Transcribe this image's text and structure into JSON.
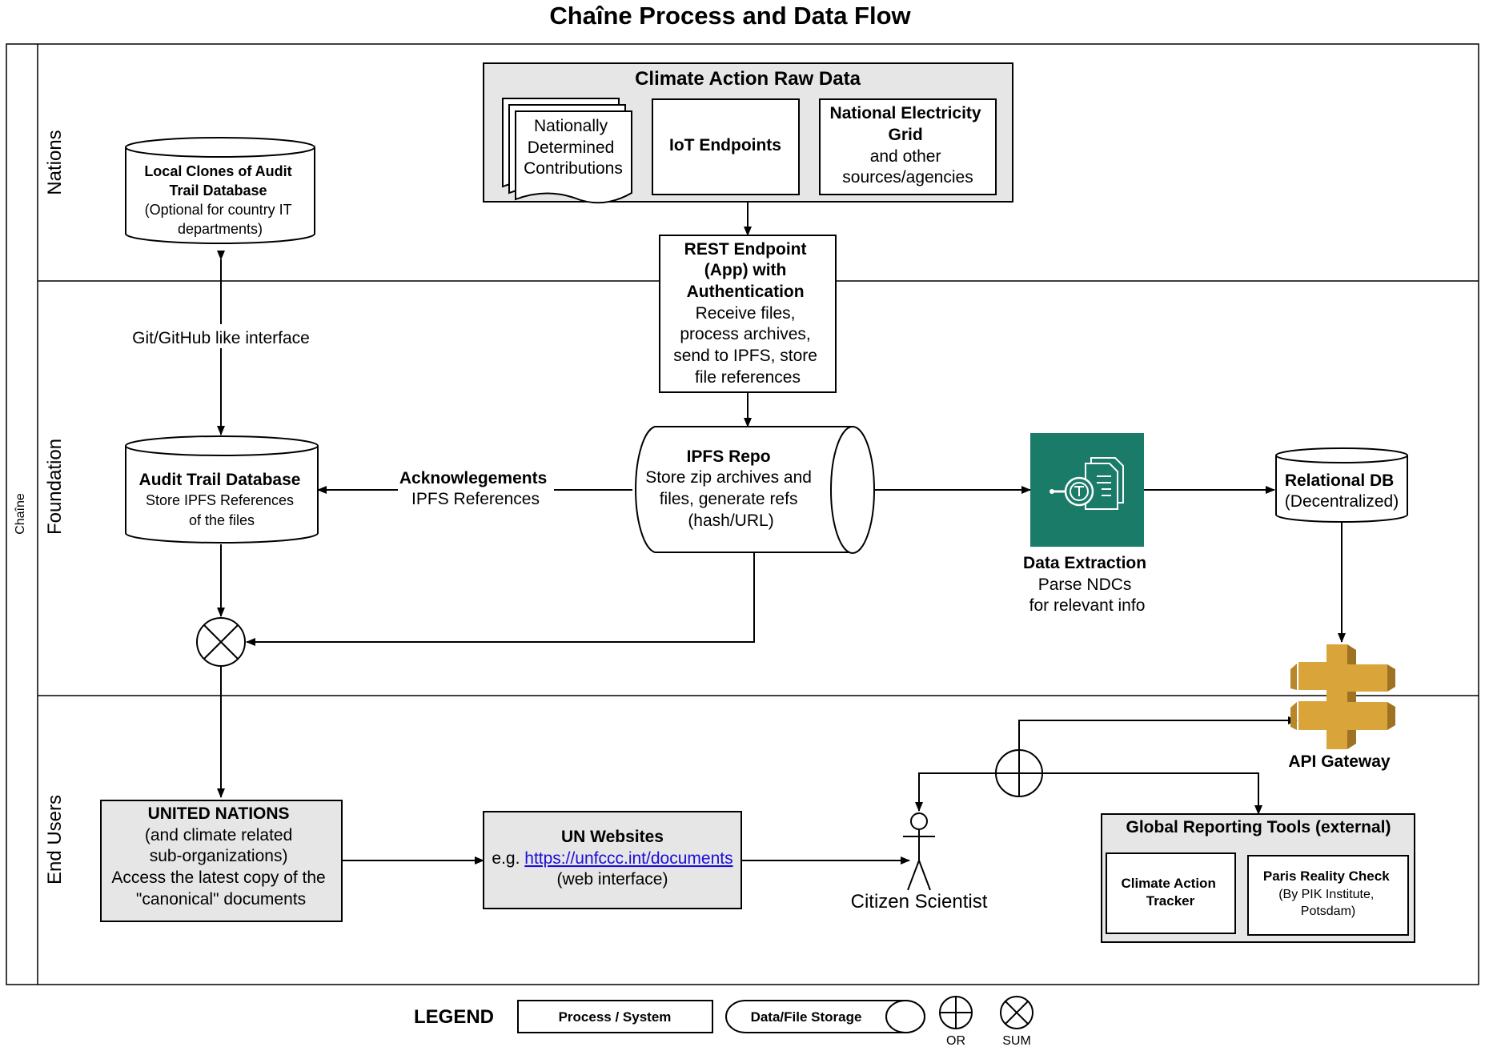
{
  "title": "Chaîne Process and Data Flow",
  "pool": {
    "label": "Chaîne",
    "lanes": {
      "nations": "Nations",
      "foundation": "Foundation",
      "end_users": "End Users"
    }
  },
  "raw_data": {
    "title": "Climate Action Raw Data",
    "ndc": [
      "Nationally",
      "Determined",
      "Contributions"
    ],
    "iot": "IoT Endpoints",
    "grid_bold": [
      "National Electricity",
      "Grid"
    ],
    "grid_rest": [
      "and other",
      "sources/agencies"
    ]
  },
  "local_clones": {
    "bold": [
      "Local Clones of Audit",
      "Trail Database"
    ],
    "rest": [
      "(Optional for country IT",
      "departments)"
    ]
  },
  "rest_endpoint": {
    "bold": [
      "REST Endpoint",
      "(App) with",
      "Authentication"
    ],
    "rest": [
      "Receive files,",
      "process archives,",
      "send to IPFS, store",
      "file references"
    ]
  },
  "git_label": "Git/GitHub like interface",
  "ipfs": {
    "title": "IPFS Repo",
    "rest": [
      "Store zip archives and",
      "files, generate refs",
      "(hash/URL)"
    ]
  },
  "audit_trail": {
    "title": "Audit Trail Database",
    "rest": [
      "Store IPFS References",
      "of the files"
    ]
  },
  "ack": {
    "bold": "Acknowlegements",
    "rest": "IPFS References"
  },
  "data_extraction": {
    "title": "Data Extraction",
    "rest": [
      "Parse NDCs",
      "for relevant info"
    ],
    "icon": "document-search-icon",
    "color": "#1b7b69"
  },
  "relational_db": {
    "title": "Relational DB",
    "sub": "(Decentralized)"
  },
  "api_gateway": {
    "label": "API Gateway",
    "icon": "api-gateway-icon",
    "color": "#d9a53b"
  },
  "un": {
    "bold": "UNITED NATIONS",
    "rest": [
      "(and climate related",
      "sub-organizations)",
      "Access the latest copy of the",
      "\"canonical\" documents"
    ]
  },
  "un_websites": {
    "title": "UN Websites",
    "prefix": "e.g. ",
    "link": "https://unfccc.int/documents",
    "sub": "(web interface)"
  },
  "citizen": "Citizen Scientist",
  "global_tools": {
    "title": "Global Reporting Tools (external)",
    "cat": [
      "Climate Action",
      "Tracker"
    ],
    "paris_bold": "Paris Reality Check",
    "paris_rest": [
      "(By PIK Institute,",
      "Potsdam)"
    ]
  },
  "legend": {
    "title": "LEGEND",
    "process": "Process / System",
    "storage": "Data/File Storage",
    "or": "OR",
    "sum": "SUM"
  },
  "colors": {
    "gray_fill": "#e6e6e6",
    "teal": "#1b7b69",
    "gold": "#d9a53b"
  }
}
